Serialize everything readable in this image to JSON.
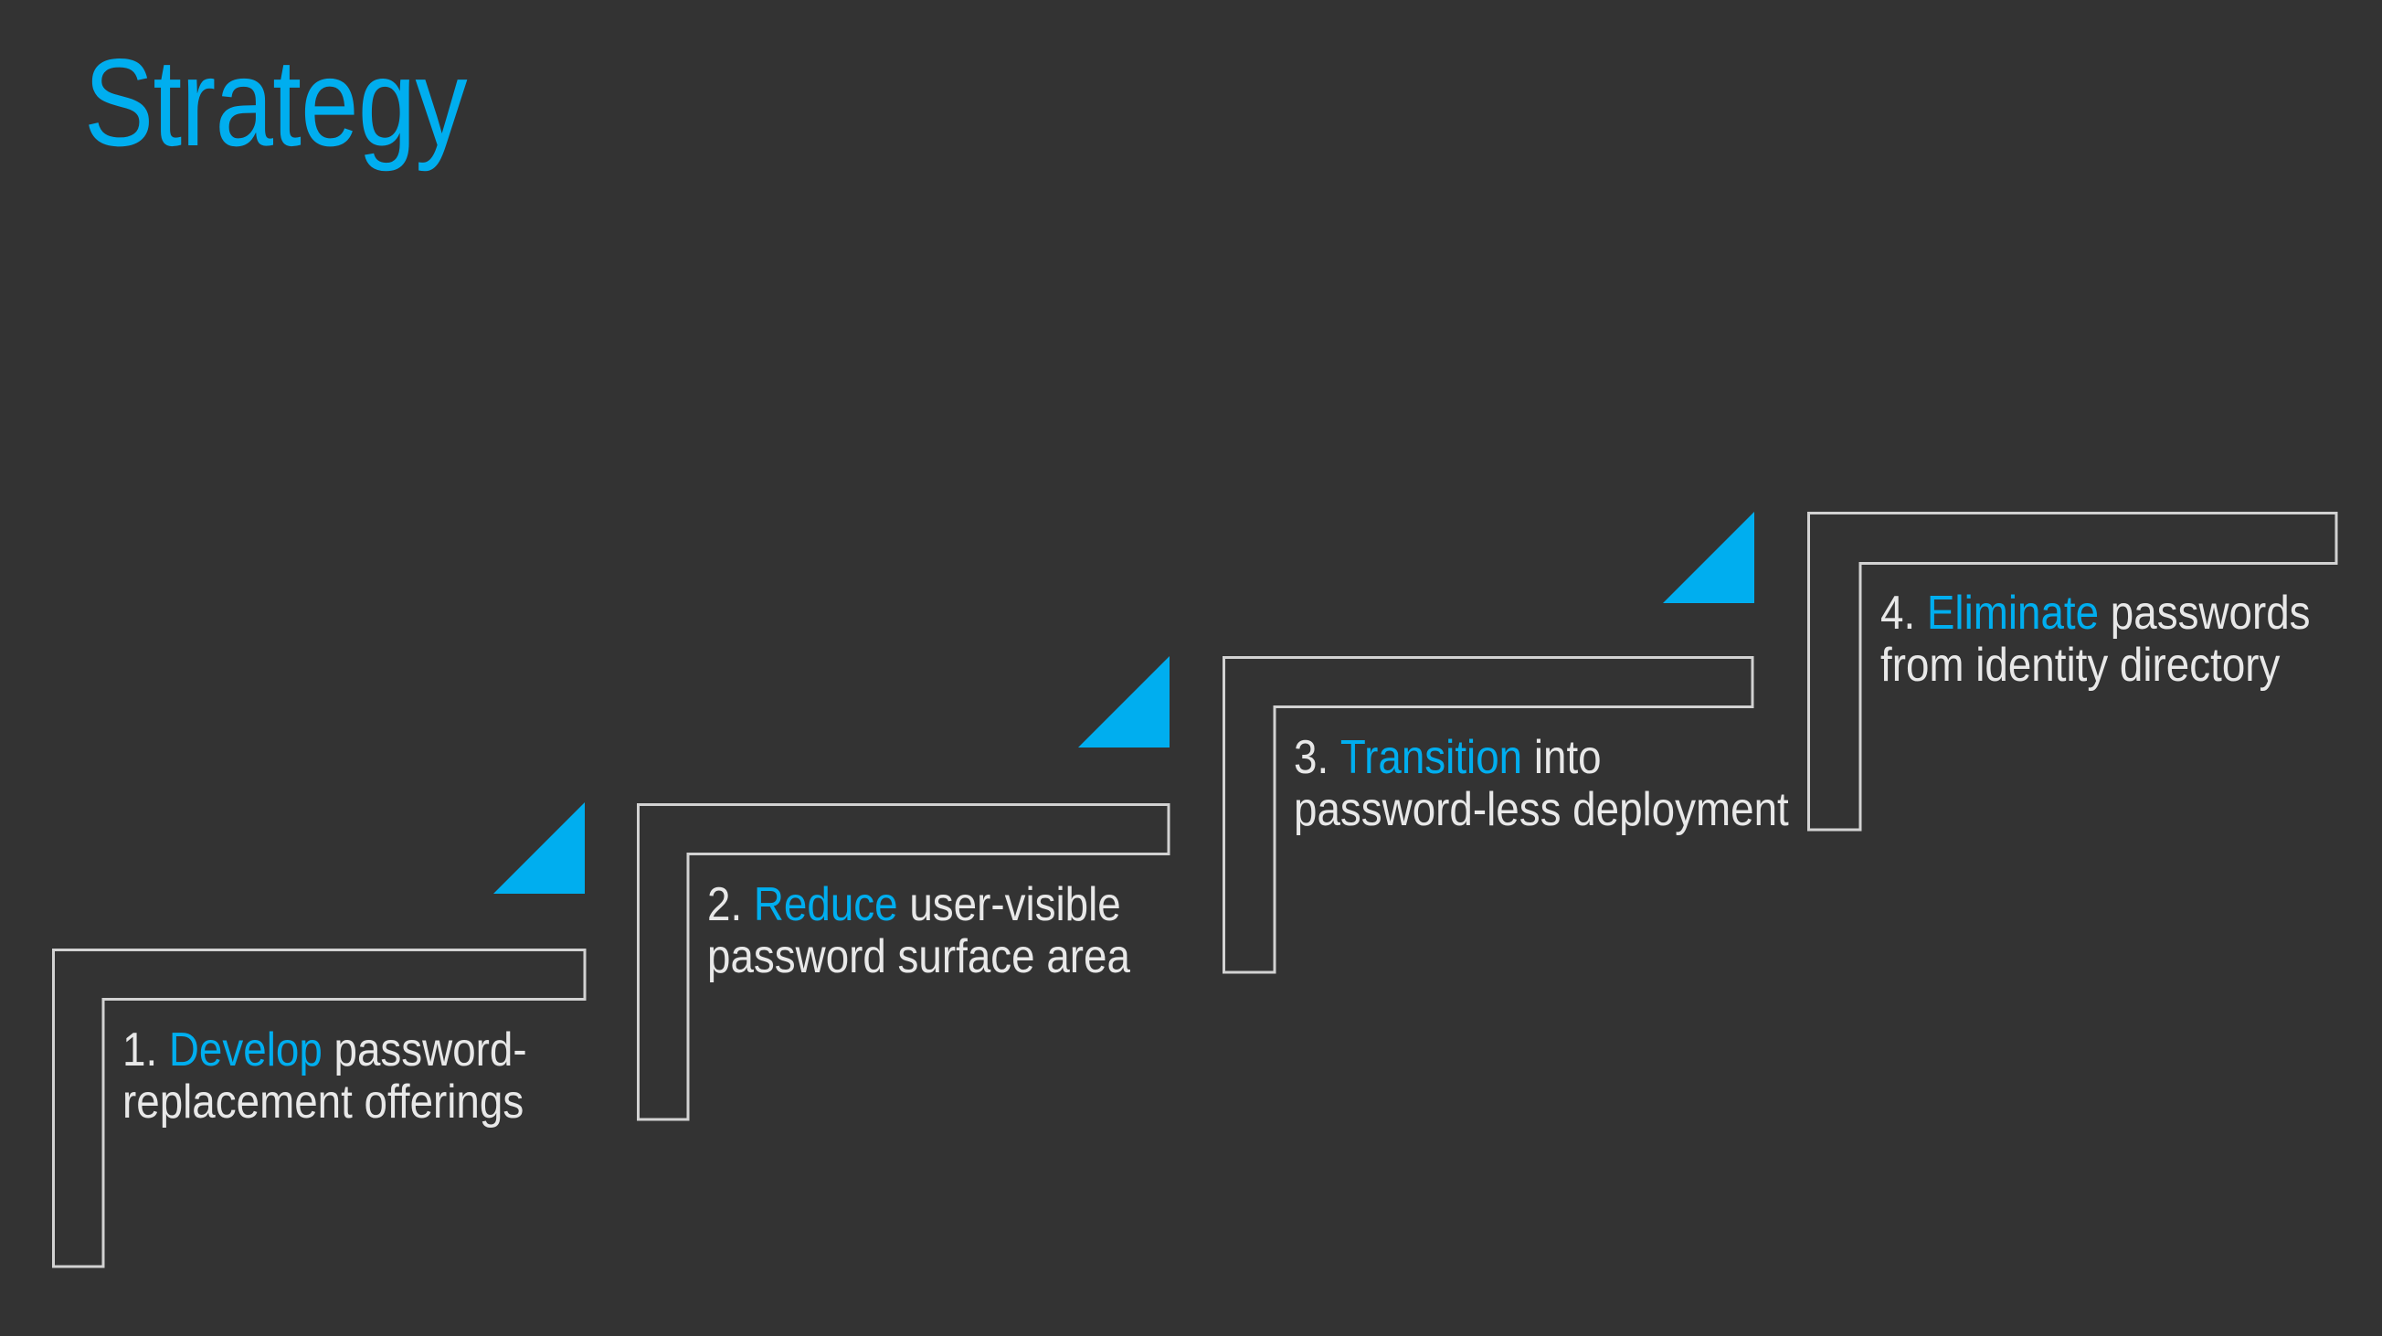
{
  "slide": {
    "title": "Strategy",
    "background_color": "#333333",
    "accent_color": "#00AEEF",
    "line_color": "#D2D2D2",
    "text_color": "#E8E8E8"
  },
  "steps": [
    {
      "number": "1.",
      "keyword": "Develop",
      "line1_rest": " password-",
      "line2": "replacement offerings",
      "marker": "cyan-triangle"
    },
    {
      "number": "2.",
      "keyword": "Reduce",
      "line1_rest": " user-visible",
      "line2": "password surface area",
      "marker": "cyan-triangle"
    },
    {
      "number": "3.",
      "keyword": "Transition",
      "line1_rest": " into",
      "line2": "password-less deployment",
      "marker": "cyan-triangle"
    },
    {
      "number": "4.",
      "keyword": "Eliminate",
      "line1_rest": " passwords",
      "line2": "from identity directory",
      "marker": "cyan-triangle"
    }
  ]
}
